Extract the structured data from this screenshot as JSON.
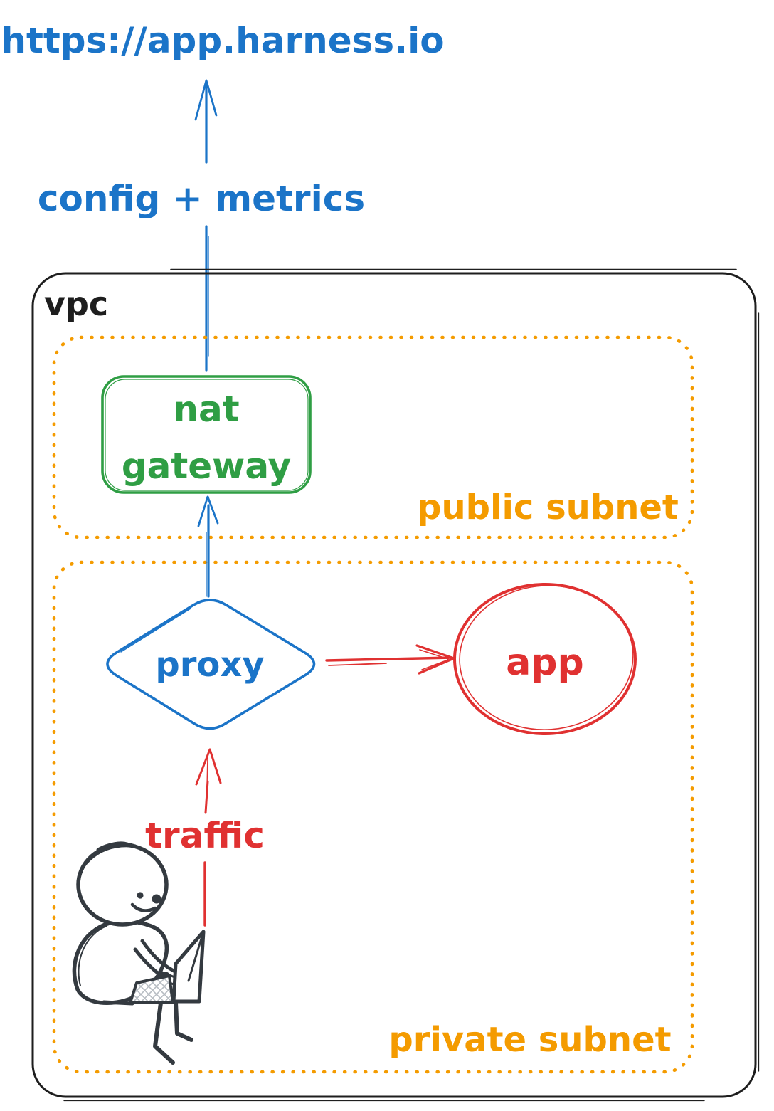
{
  "diagram": {
    "external_url": "https://app.harness.io",
    "labels": {
      "config_metrics": "config + metrics",
      "vpc": "vpc",
      "public_subnet": "public subnet",
      "private_subnet": "private subnet",
      "nat_gateway_line1": "nat",
      "nat_gateway_line2": "gateway",
      "proxy": "proxy",
      "app": "app",
      "traffic": "traffic"
    },
    "colors": {
      "blue": "#1b74c8",
      "green": "#2f9e44",
      "orange": "#f49b00",
      "red": "#e03131",
      "ink": "#1e1e1e",
      "person": "#343a40",
      "hatch": "#b6bcc2"
    }
  }
}
